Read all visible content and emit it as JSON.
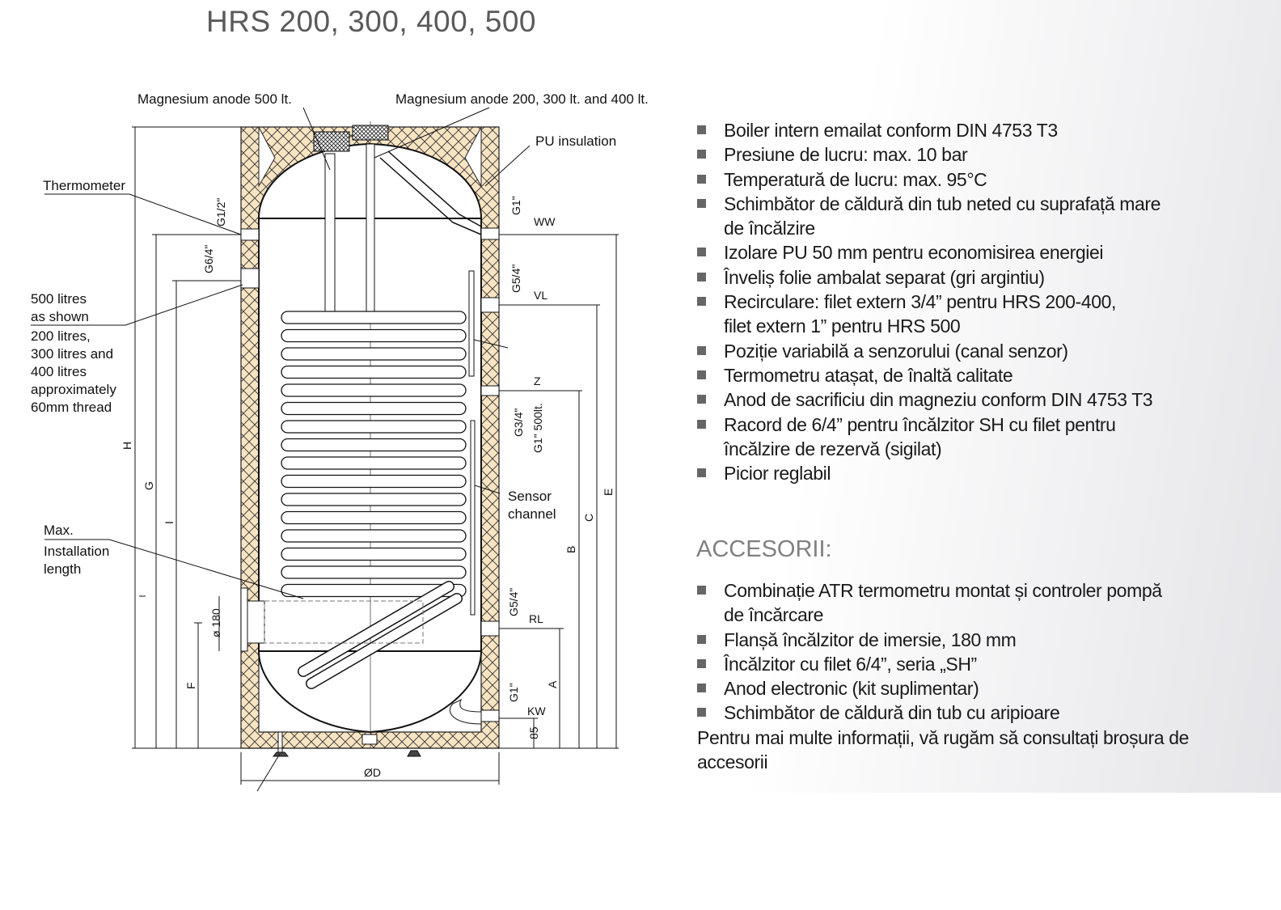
{
  "title": "HRS 200, 300, 400, 500",
  "diagram": {
    "labels": {
      "anode_500": "Magnesium anode 500 lt.",
      "anode_200_400": "Magnesium anode 200, 300 lt. and 400 lt.",
      "pu_insulation": "PU insulation",
      "thermometer": "Thermometer",
      "litres_note": [
        "500 litres",
        "as shown",
        "200 litres,",
        "300 litres and",
        "400 litres",
        "approximately",
        "60mm thread"
      ],
      "max_install": [
        "Max.",
        "Installation",
        "length"
      ],
      "sensor_channel": [
        "Sensor",
        "channel"
      ]
    },
    "connections": {
      "ww": "WW",
      "vl": "VL",
      "z": "Z",
      "rl": "RL",
      "kw": "KW",
      "g1_ww": "G1\"",
      "g5_4_vl": "G5/4\"",
      "g3_4_z": "G3/4\"",
      "g1_500": "G1\" 500lt.",
      "g5_4_rl": "G5/4\"",
      "g1_kw": "G1\"",
      "g1_2": "G1/2\"",
      "g6_4": "G6/4\"",
      "d180": "ø 180",
      "h85": "85"
    },
    "dimensions": {
      "H": "H",
      "G": "G",
      "I": "I",
      "F": "F",
      "E": "E",
      "C": "C",
      "B": "B",
      "A": "A",
      "D": "ØD"
    }
  },
  "features": [
    {
      "lines": [
        "Boiler intern emailat conform DIN 4753 T3"
      ]
    },
    {
      "lines": [
        "Presiune de lucru: max. 10 bar"
      ]
    },
    {
      "lines": [
        "Temperatură de lucru: max. 95°C"
      ]
    },
    {
      "lines": [
        "Schimbător de căldură din tub neted cu suprafață mare",
        "de încălzire"
      ]
    },
    {
      "lines": [
        "Izolare PU 50 mm pentru economisirea energiei"
      ]
    },
    {
      "lines": [
        "Înveliș folie ambalat separat (gri argintiu)"
      ]
    },
    {
      "lines": [
        "Recirculare: filet extern 3/4” pentru HRS 200-400,",
        "filet extern 1” pentru HRS 500"
      ]
    },
    {
      "lines": [
        "Poziție variabilă a senzorului (canal senzor)"
      ]
    },
    {
      "lines": [
        "Termometru atașat, de înaltă calitate"
      ]
    },
    {
      "lines": [
        "Anod de sacrificiu din magneziu conform DIN 4753 T3"
      ]
    },
    {
      "lines": [
        "Racord de 6/4” pentru încălzitor SH cu filet pentru",
        "încălzire de rezervă (sigilat)"
      ]
    },
    {
      "lines": [
        "Picior reglabil"
      ]
    }
  ],
  "accessories": {
    "title": "ACCESORII:",
    "items": [
      {
        "lines": [
          "Combinație ATR termometru montat și controler pompă",
          "de încărcare"
        ]
      },
      {
        "lines": [
          "Flanșă încălzitor de imersie, 180 mm"
        ]
      },
      {
        "lines": [
          "Încălzitor cu filet 6/4”, seria „SH”"
        ]
      },
      {
        "lines": [
          "Anod electronic (kit suplimentar)"
        ]
      },
      {
        "lines": [
          "Schimbător de căldură din tub cu aripioare"
        ]
      }
    ],
    "note": [
      "Pentru mai multe informații, vă rugăm să consultați broșura de",
      "accesorii"
    ]
  },
  "colors": {
    "insulation": "#f8e4c2",
    "bullet": "#666666",
    "heading": "#808080"
  }
}
